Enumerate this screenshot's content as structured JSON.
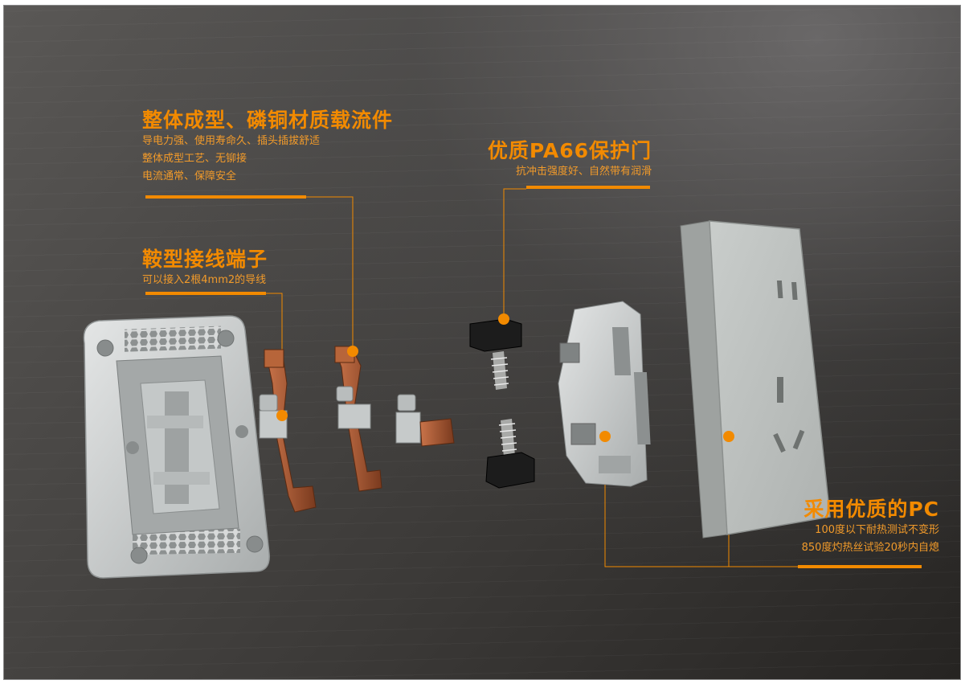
{
  "callouts": {
    "busbar": {
      "title": "整体成型、磷铜材质载流件",
      "lines": [
        "导电力强、使用寿命久、插头插拔舒适",
        "整体成型工艺、无铆接",
        "电流通常、保障安全"
      ]
    },
    "terminal": {
      "title": "鞍型接线端子",
      "lines": [
        "可以接入2根4mm2的导线"
      ]
    },
    "shutter": {
      "title": "优质PA66保护门",
      "lines": [
        "抗冲击强度好、自然带有润滑"
      ]
    },
    "cover": {
      "title": "采用优质的PC",
      "lines": [
        "100度以下耐热测试不变形",
        "850度灼热丝试验20秒内自熄"
      ]
    }
  },
  "colors": {
    "accent": "#f28a00",
    "background": "#3c3a38",
    "plastic": "#c8cccc",
    "copper": "#a5542c",
    "shutter": "#1c1c1c"
  }
}
